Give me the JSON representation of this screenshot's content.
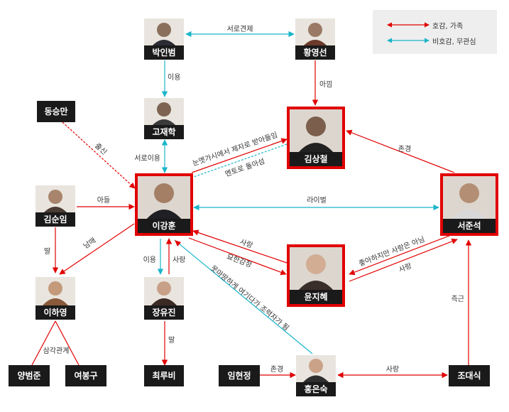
{
  "legend": {
    "items": [
      {
        "label": "호감, 가족",
        "color": "#e10000"
      },
      {
        "label": "비호감, 무관심",
        "color": "#1bb5c9"
      }
    ]
  },
  "nodes": {
    "park": {
      "name": "박인범"
    },
    "hwang": {
      "name": "황영선"
    },
    "dong": {
      "name": "동승만"
    },
    "go": {
      "name": "고재학"
    },
    "kim_sangcheol": {
      "name": "김상철"
    },
    "lee": {
      "name": "이강훈"
    },
    "seo": {
      "name": "서준석"
    },
    "kim_sunim": {
      "name": "김순임"
    },
    "yoon": {
      "name": "윤지혜"
    },
    "lee_hayoung": {
      "name": "이하영"
    },
    "jang": {
      "name": "장유진"
    },
    "yang": {
      "name": "양범준"
    },
    "yeo": {
      "name": "여봉구"
    },
    "choi": {
      "name": "최루비"
    },
    "im": {
      "name": "임현정"
    },
    "hong": {
      "name": "홍은숙"
    },
    "jo": {
      "name": "조대식"
    }
  },
  "edges": {
    "park_hwang": "서로견제",
    "park_go": "이용",
    "hwang_kim": "아낌",
    "dong_lee": "출신",
    "go_lee": "서로이용",
    "lee_kim_1": "눈엣가시에서 제자로 받아들임",
    "lee_kim_2": "멘토로 돌아섬",
    "seo_kim": "존경",
    "kimsunim_lee": "아들",
    "lee_seo": "라이벌",
    "kimsunim_hayoung": "딸",
    "hayoung_lee": "남매",
    "lee_yoon": "사랑",
    "yoon_lee": "묘한감정",
    "seo_yoon": "좋아하지만 사랑은 아님",
    "yoon_seo": "사랑",
    "lee_jang": "이용",
    "jang_lee": "사랑",
    "hong_lee": "못마땅하게 여기다가 조력자가 됨",
    "hayoung_triangle": "삼각관계",
    "jang_choi": "딸",
    "jo_seo": "측근",
    "im_hong": "존경",
    "hong_jo": "사랑"
  }
}
